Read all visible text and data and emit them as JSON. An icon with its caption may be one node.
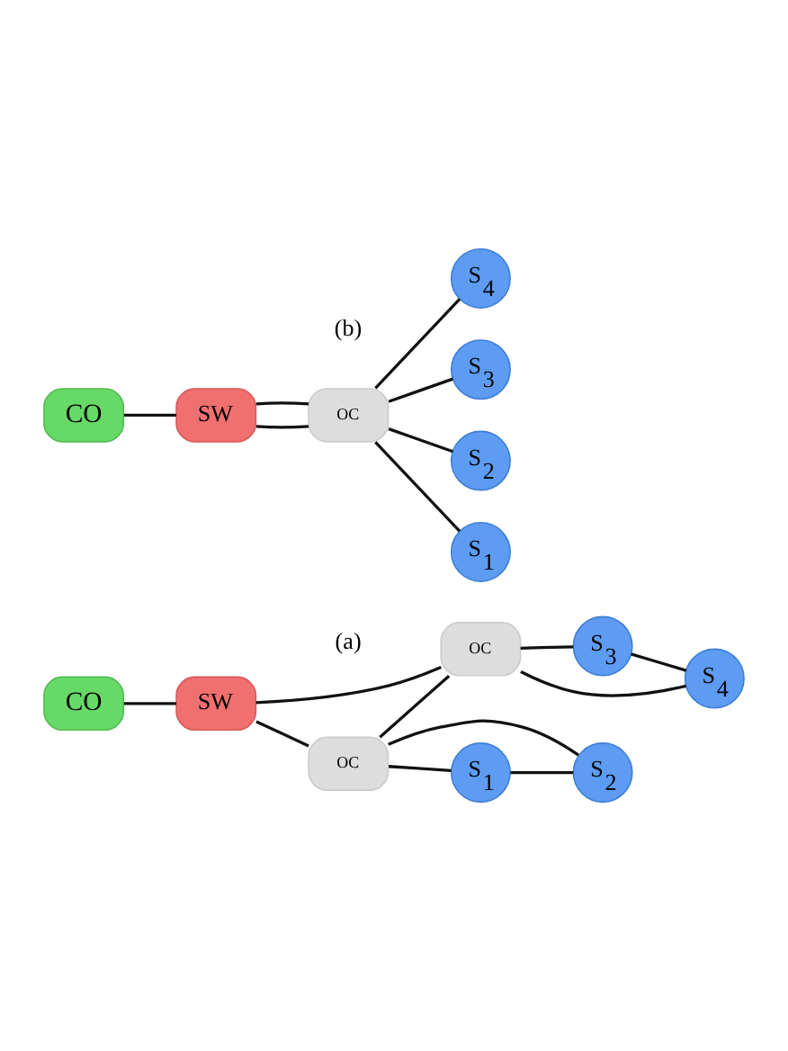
{
  "diagram": {
    "nodes": [
      {
        "text": [
          "CO"
        ]
      },
      {
        "text": [
          "SW"
        ]
      },
      {
        "text": [
          "OC"
        ]
      },
      {
        "text": [
          "OC"
        ]
      },
      {
        "text": [
          "S$_{1}$"
        ]
      },
      {
        "text": [
          "S$_{2}$"
        ]
      },
      {
        "text": [
          "S$_{3}$"
        ]
      },
      {
        "text": [
          "S$_{4}$"
        ]
      },
      {
        "text": [
          "CO"
        ]
      },
      {
        "text": [
          "SW"
        ]
      },
      {
        "text": [
          "OC"
        ]
      },
      {
        "text": [
          "S$_{1}$"
        ]
      },
      {
        "text": [
          "S$_{2}$"
        ]
      },
      {
        "text": [
          "S$_{3}$"
        ]
      },
      {
        "text": [
          "S$_{4}$"
        ]
      }
    ],
    "edges": [
      {
        "from": 0,
        "to": 1,
        "arrow": "none"
      },
      {
        "from": 1,
        "to": 2,
        "arrow": "none"
      },
      {
        "from": 2,
        "to": 3,
        "arrow": "none"
      },
      {
        "from": 1,
        "to": 3,
        "arrow": "none"
      },
      {
        "from": 2,
        "to": 4,
        "arrow": "none"
      },
      {
        "from": 4,
        "to": 5,
        "arrow": "none"
      },
      {
        "from": 2,
        "to": 5,
        "arrow": "none"
      },
      {
        "from": 3,
        "to": 6,
        "arrow": "none"
      },
      {
        "from": 6,
        "to": 7,
        "arrow": "none"
      },
      {
        "from": 3,
        "to": 7,
        "arrow": "none"
      },
      {
        "from": 8,
        "to": 9,
        "arrow": "none"
      },
      {
        "from": 9,
        "to": 10,
        "arrow": "none"
      },
      {
        "from": 9,
        "to": 10,
        "arrow": "none"
      },
      {
        "from": 10,
        "to": 11,
        "arrow": "none"
      },
      {
        "from": 10,
        "to": 12,
        "arrow": "none"
      },
      {
        "from": 10,
        "to": 13,
        "arrow": "none"
      },
      {
        "from": 10,
        "to": 14,
        "arrow": "none"
      }
    ],
    "labels": [
      "(a)",
      "(b)"
    ]
  }
}
